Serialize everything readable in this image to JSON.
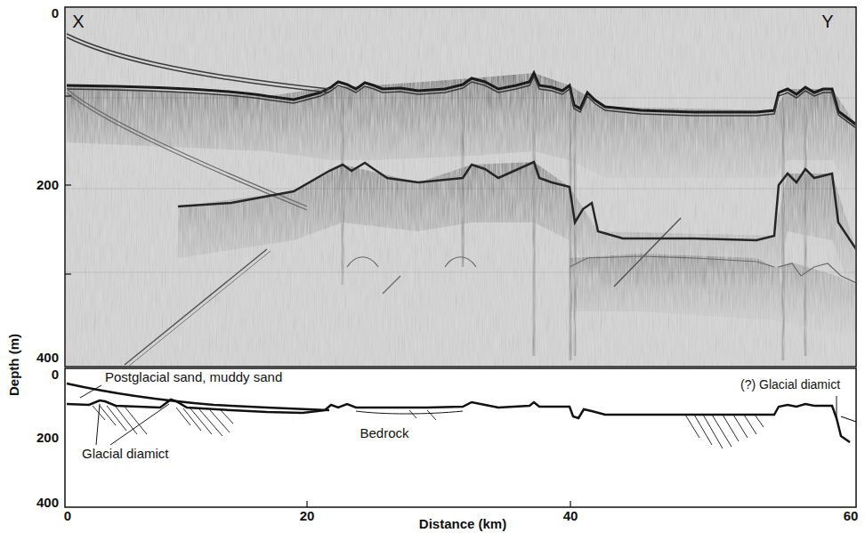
{
  "diagram": {
    "labels": [
      "X",
      "Y",
      "0",
      "200",
      "400",
      "0",
      "200",
      "400",
      "Depth (m)",
      "Postglacial sand, muddy sand",
      "(?) Glacial diamict",
      "Glacial diamict",
      "Bedrock",
      "0",
      "20",
      "40",
      "60",
      "Distance (km)"
    ]
  }
}
